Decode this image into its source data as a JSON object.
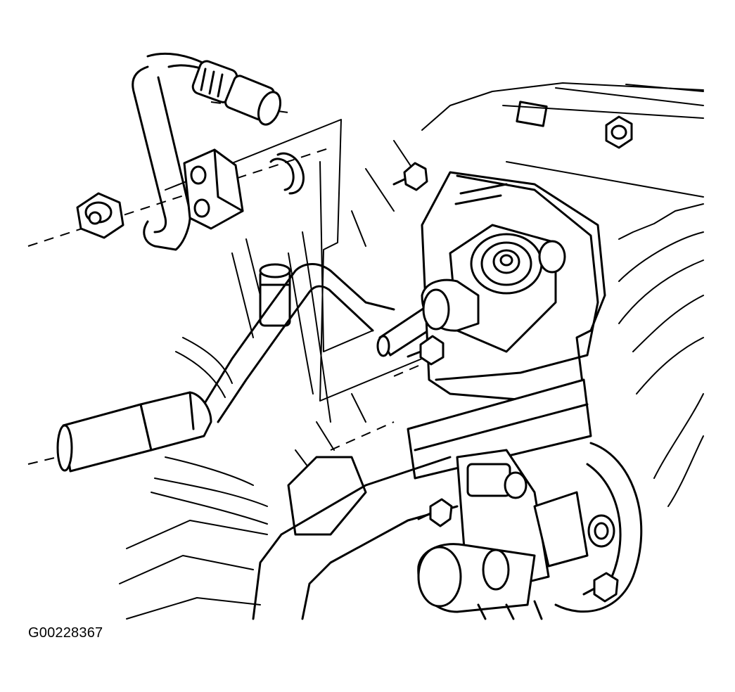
{
  "figure": {
    "id_label": "G00228367"
  },
  "colors": {
    "background": "#ffffff",
    "line": "#000000"
  },
  "parts": [
    "pressure-line-hose",
    "line-bracket",
    "mounting-nut",
    "o-ring",
    "line-fitting-plug",
    "accumulator-line",
    "compressor-body",
    "compressor-fitting-stud",
    "compressor-pulley-clutch",
    "engine-block-background"
  ]
}
